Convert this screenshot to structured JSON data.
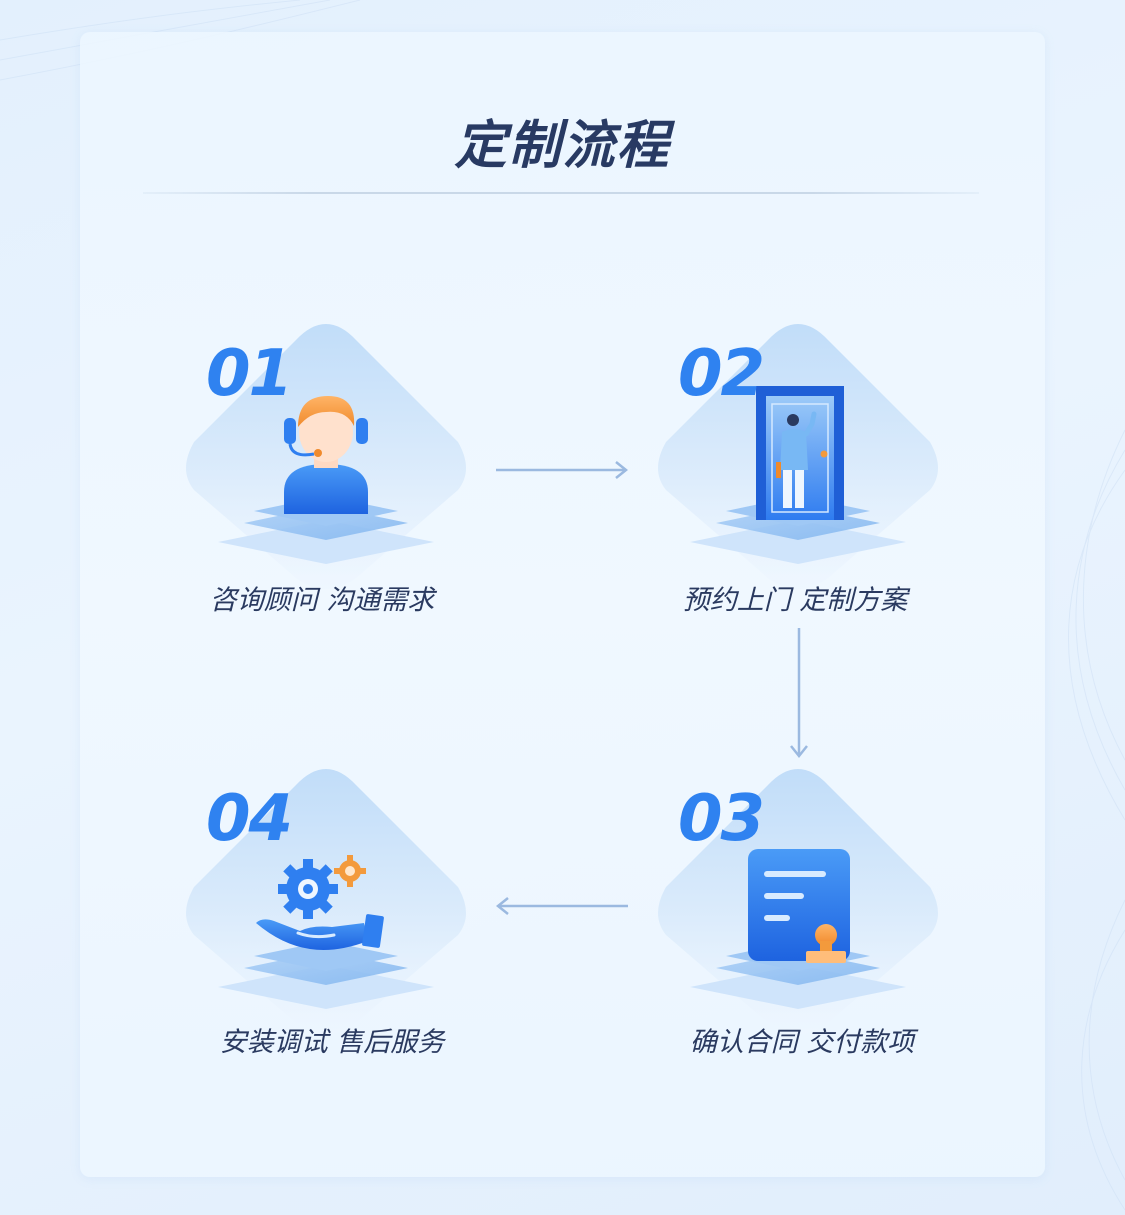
{
  "page": {
    "title": "定制流程"
  },
  "colors": {
    "title": "#283a63",
    "number": "#2f82f0",
    "caption": "#2a3a60",
    "arrow": "#9bb9e0",
    "accent_orange": "#f39a3c"
  },
  "steps": [
    {
      "number": "01",
      "caption": "咨询顾问 沟通需求",
      "icon": "customer-service-headset-icon"
    },
    {
      "number": "02",
      "caption": "预约上门 定制方案",
      "icon": "door-visit-icon"
    },
    {
      "number": "03",
      "caption": "确认合同 交付款项",
      "icon": "contract-stamp-icon"
    },
    {
      "number": "04",
      "caption": "安装调试 售后服务",
      "icon": "gear-hand-service-icon"
    }
  ],
  "arrows": [
    "arrow-right-icon",
    "arrow-down-icon",
    "arrow-left-icon"
  ]
}
